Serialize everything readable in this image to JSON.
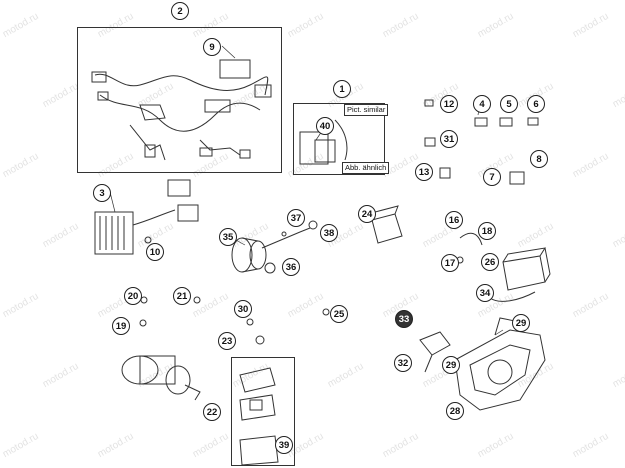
{
  "watermark": "motod.ru",
  "callouts": [
    "1",
    "2",
    "3",
    "4",
    "5",
    "6",
    "7",
    "8",
    "9",
    "10",
    "12",
    "13",
    "16",
    "17",
    "18",
    "19",
    "20",
    "21",
    "22",
    "23",
    "24",
    "25",
    "26",
    "28",
    "29",
    "29",
    "30",
    "31",
    "32",
    "33",
    "34",
    "35",
    "36",
    "37",
    "38",
    "39",
    "40"
  ],
  "pict_label_top": "Pict. similar",
  "pict_label_bottom": "Abb. ähnlich",
  "colors": {
    "line": "#333333",
    "watermark": "#e3e3e3"
  }
}
